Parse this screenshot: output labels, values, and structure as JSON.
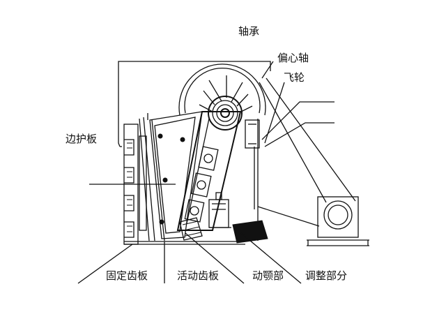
{
  "diagram": {
    "labels": {
      "bearing": "轴承",
      "eccentric_shaft": "偏心轴",
      "flywheel": "飞轮",
      "side_guard_plate": "边护板",
      "fixed_jaw_plate": "固定齿板",
      "movable_jaw_plate": "活动齿板",
      "swing_jaw": "动颚部",
      "adjusting_part": "调整部分"
    },
    "colors": {
      "line": "#111111",
      "background": "#ffffff"
    }
  }
}
